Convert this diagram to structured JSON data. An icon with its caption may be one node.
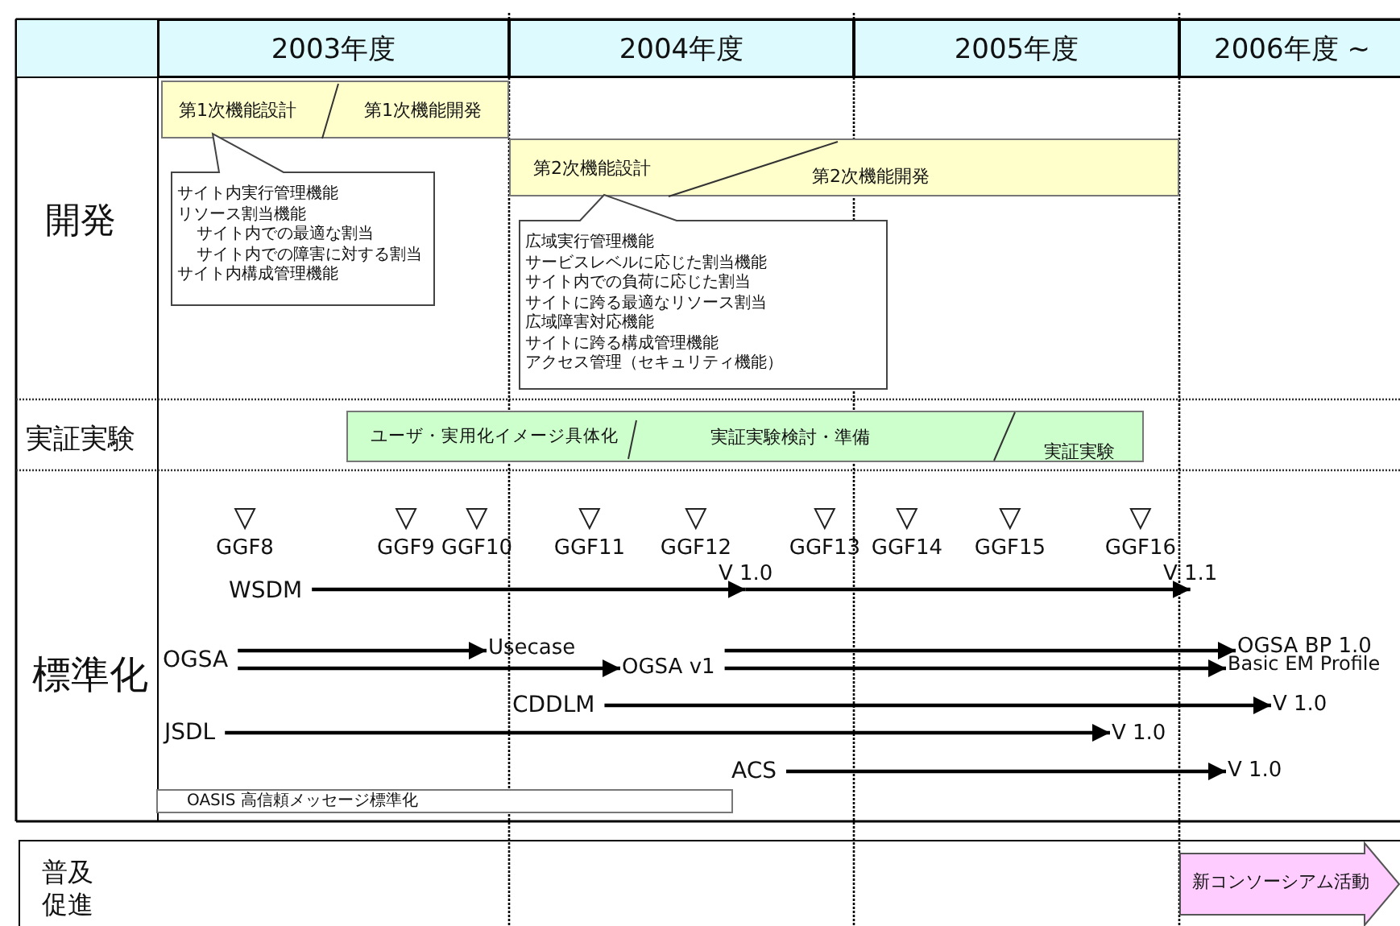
{
  "diagram": {
    "nodes": [
      {
        "text": [
          "2003年度"
        ]
      },
      {
        "text": [
          "2004年度"
        ]
      },
      {
        "text": [
          "2005年度"
        ]
      },
      {
        "text": [
          "2006年度 ~"
        ]
      },
      {
        "text": [
          "第1次機能設計",
          "第1次機能開発"
        ]
      },
      {
        "text": [
          "サイト内実行管理機能",
          "リソース割当機能",
          "サイト内での最適な割当",
          "サイト内での障害に対する割当",
          "サイト内構成管理機能"
        ]
      },
      {
        "text": [
          "第2次機能設計",
          "第2次機能開発"
        ]
      },
      {
        "text": [
          "広域実行管理機能",
          "サービスレベルに応じた割当機能",
          "サイト内での負荷に応じた割当",
          "サイトに跨る最適なリソース割当",
          "広域障害対応機能",
          "サイトに跨る構成管理機能",
          "アクセス管理（セキュリティ機能）"
        ]
      },
      {
        "text": [
          "ユーザ・実用化イメージ具体化",
          "実証実験検討・準備",
          "実証実験"
        ]
      },
      {
        "text": [
          "OASIS 高信頼メッセージ標準化"
        ]
      },
      {
        "text": [
          "新コンソーシアム活動"
        ]
      },
      {
        "text": [
          "WSDM"
        ]
      },
      {
        "text": [
          "V 1.0"
        ]
      },
      {
        "text": [
          "V 1.1"
        ]
      },
      {
        "text": [
          "OGSA"
        ]
      },
      {
        "text": [
          "Usecase"
        ]
      },
      {
        "text": [
          "OGSA v1"
        ]
      },
      {
        "text": [
          "OGSA BP 1.0"
        ]
      },
      {
        "text": [
          "Basic EM Profile"
        ]
      },
      {
        "text": [
          "CDDLM"
        ]
      },
      {
        "text": [
          "V 1.0"
        ]
      },
      {
        "text": [
          "JSDL"
        ]
      },
      {
        "text": [
          "V 1.0"
        ]
      },
      {
        "text": [
          "ACS"
        ]
      },
      {
        "text": [
          "V 1.0"
        ]
      }
    ],
    "edges": [
      {
        "from": 11,
        "to": 12,
        "arrow": "to"
      },
      {
        "from": 12,
        "to": 13,
        "arrow": "to"
      },
      {
        "from": 14,
        "to": 15,
        "arrow": "to"
      },
      {
        "from": 14,
        "to": 16,
        "arrow": "to"
      },
      {
        "from": 16,
        "to": 17,
        "arrow": "to"
      },
      {
        "from": 16,
        "to": 18,
        "arrow": "to"
      },
      {
        "from": 19,
        "to": 20,
        "arrow": "to"
      },
      {
        "from": 21,
        "to": 22,
        "arrow": "to"
      },
      {
        "from": 23,
        "to": 24,
        "arrow": "to"
      }
    ],
    "labels": [
      "開発",
      "実証実験",
      "標準化",
      "GGF8",
      "GGF9",
      "GGF10",
      "GGF11",
      "GGF12",
      "GGF13",
      "GGF14",
      "GGF15",
      "GGF16",
      "普及促進"
    ]
  }
}
